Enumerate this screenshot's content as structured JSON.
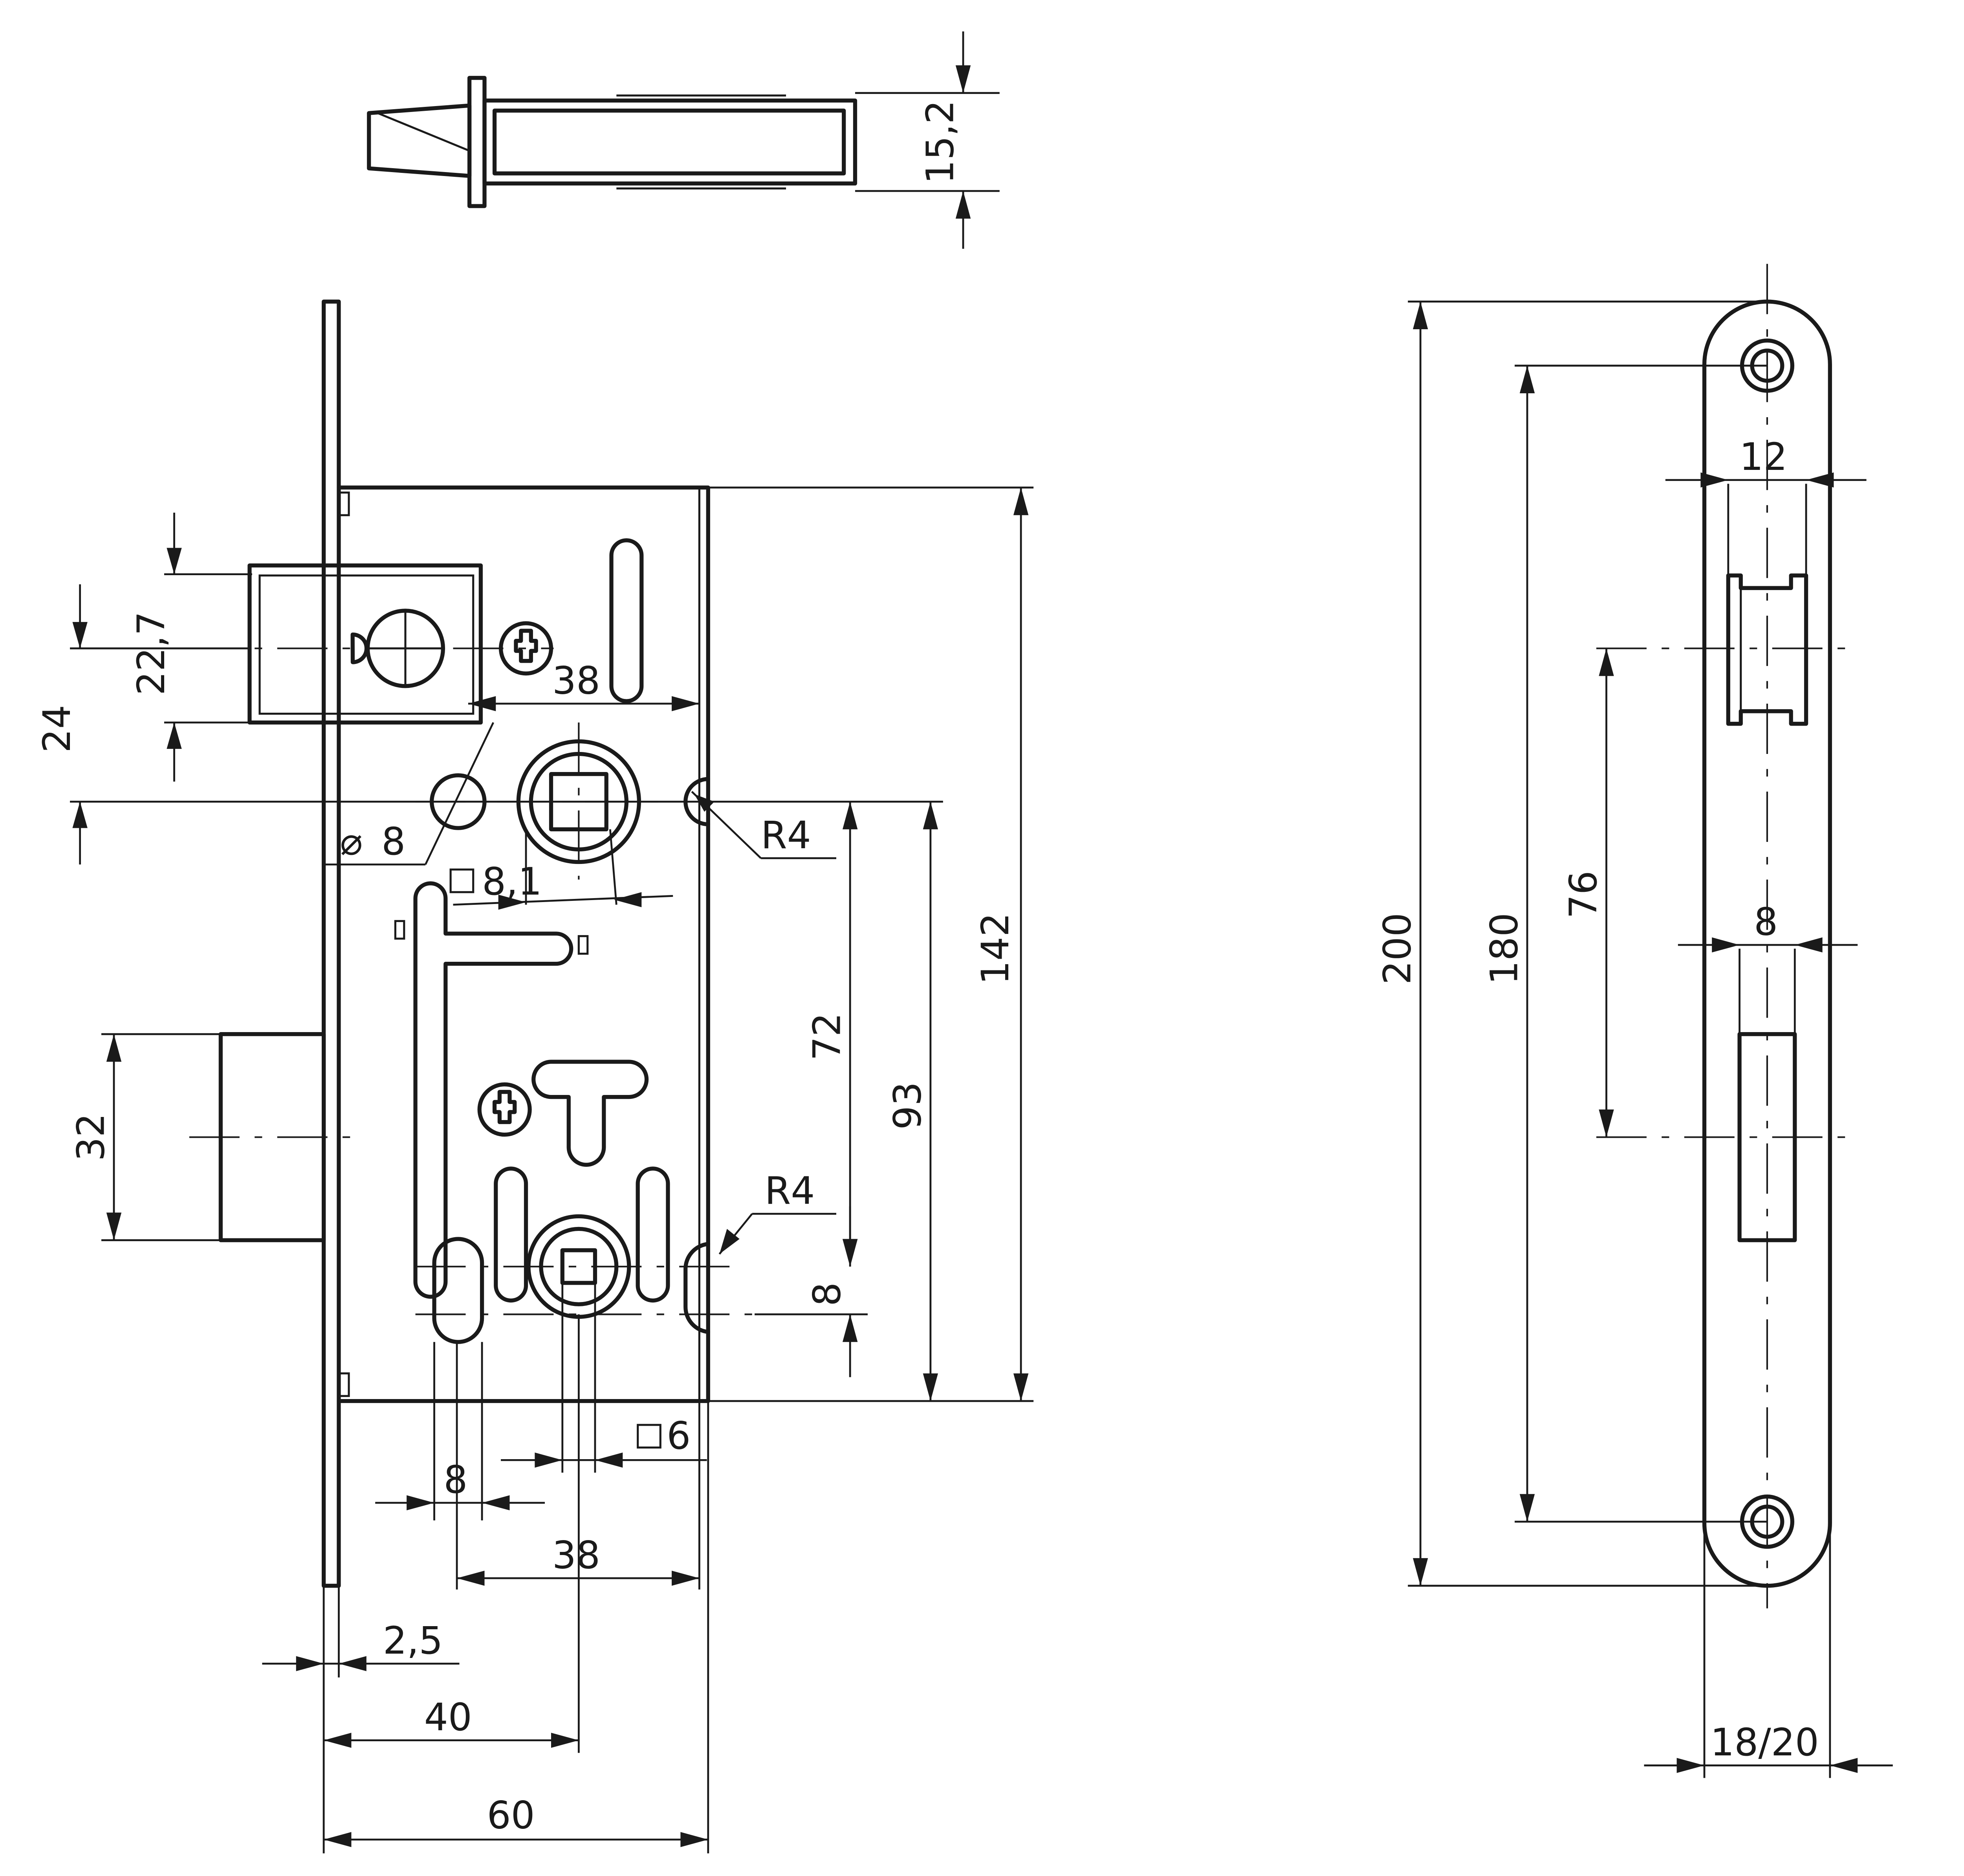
{
  "colors": {
    "line": "#1a1a1a",
    "background": "#ffffff"
  },
  "dimensions": {
    "bolt_thickness": "15,2",
    "latch_height": "22,7",
    "latch_offset": "24",
    "backset_upper": "38",
    "hole_diameter": "8",
    "follower_square": "8,1",
    "notch_radius_upper": "R4",
    "case_height": "142",
    "follower_to_keyhole": "72",
    "follower_to_bottom": "93",
    "notch_radius_lower": "R4",
    "keyhole_spacing": "8",
    "deadbolt_height": "32",
    "spindle_square": "6",
    "slot_width": "8",
    "backset_lower": "38",
    "faceplate_thickness": "2,5",
    "backset": "40",
    "case_depth": "60",
    "plate_length": "200",
    "screw_spacing": "180",
    "latch_to_bolt": "76",
    "latch_opening_width": "12",
    "bolt_opening_width": "8",
    "plate_width": "18/20"
  }
}
